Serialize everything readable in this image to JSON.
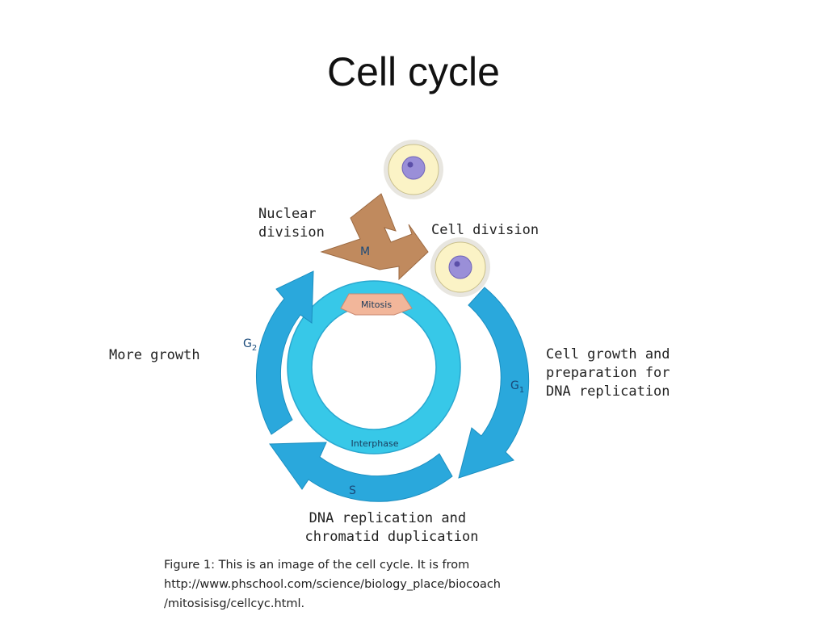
{
  "slide": {
    "title": "Cell cycle"
  },
  "diagram": {
    "labels": {
      "nuclear_division": [
        "Nuclear",
        "division"
      ],
      "cell_division": "Cell division",
      "more_growth": "More growth",
      "g1_description": [
        "Cell growth and",
        "preparation for",
        "DNA replication"
      ],
      "s_description": [
        "DNA replication and",
        "chromatid duplication"
      ]
    },
    "phases": {
      "m": "M",
      "g1": "G1",
      "g2": "G2",
      "s": "S"
    },
    "ring": {
      "mitosis": "Mitosis",
      "interphase": "Interphase"
    },
    "colors": {
      "ring": "#37c8e8",
      "arrow": "#2aa8dc",
      "m_arrow": "#c08a5e",
      "mitosis_tab": "#f2b69a",
      "cell_body": "#fbf3c6",
      "nucleus": "#9a8fd8"
    }
  },
  "caption": {
    "lines": [
      "Figure 1: This is an image of the cell cycle.  It is from",
      "http://www.phschool.com/science/biology_place/biocoach",
      "/mitosisisg/cellcyc.html."
    ]
  }
}
